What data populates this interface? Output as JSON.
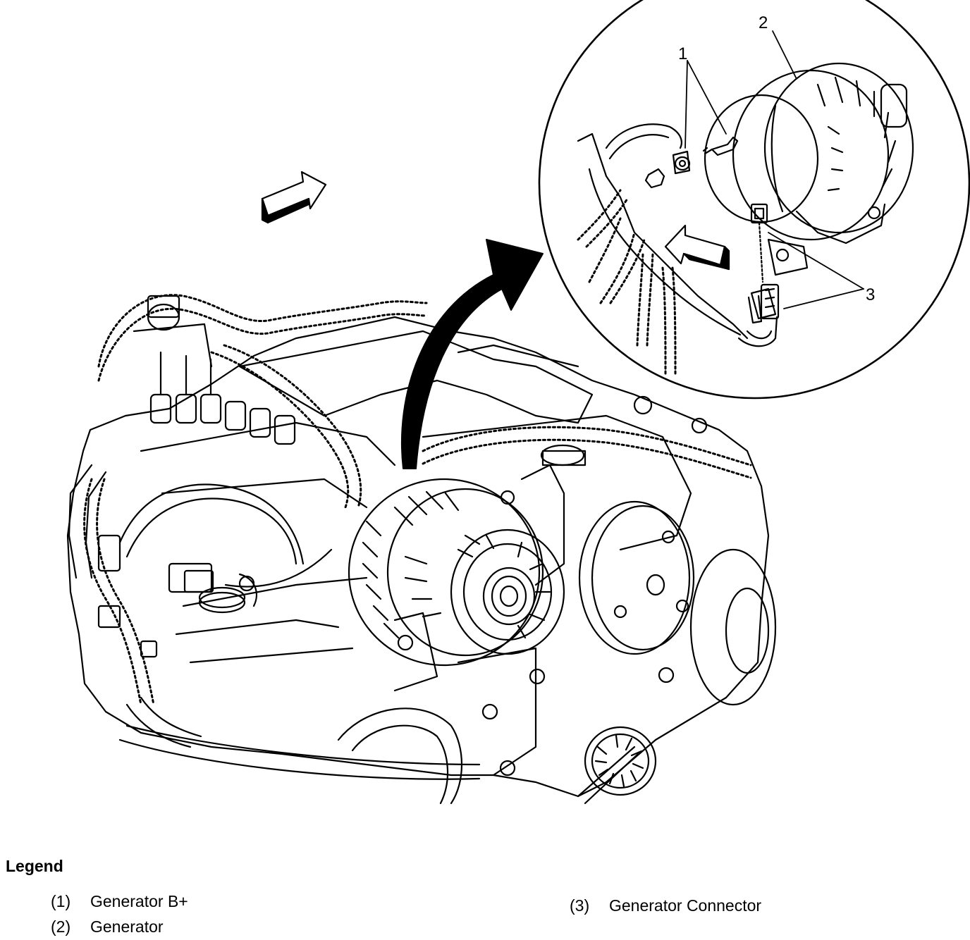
{
  "callouts": {
    "c1": "1",
    "c2": "2",
    "c3": "3"
  },
  "legend": {
    "title": "Legend",
    "items": [
      {
        "number": "(1)",
        "label": "Generator B+"
      },
      {
        "number": "(2)",
        "label": "Generator"
      },
      {
        "number": "(3)",
        "label": "Generator Connector"
      }
    ]
  }
}
